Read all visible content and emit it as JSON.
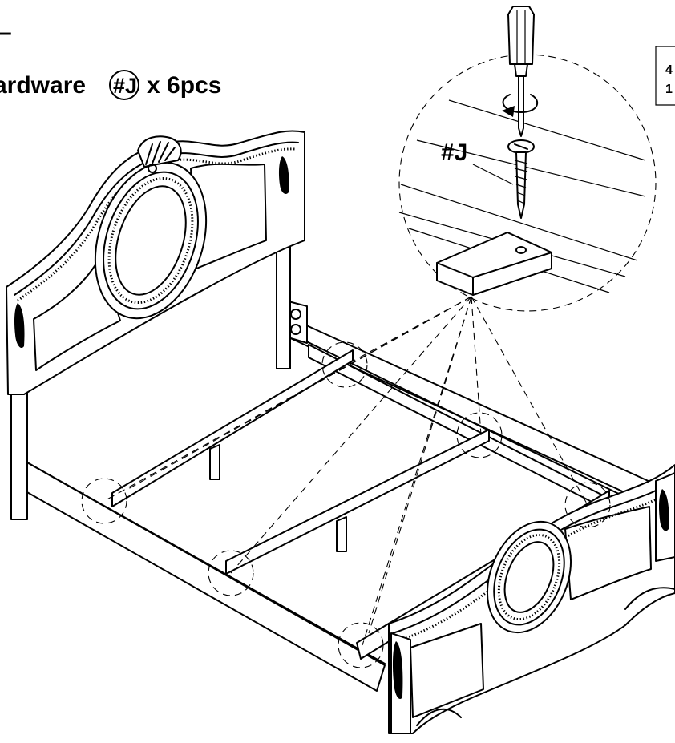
{
  "header": {
    "step_mark": "–",
    "hardware_prefix": "ardware",
    "hardware_code": "#J",
    "hardware_qty": "x 6pcs"
  },
  "detail": {
    "screw_label": "#J"
  },
  "side_note": {
    "line1": "4",
    "line2": "1"
  },
  "colors": {
    "ink": "#000000",
    "paper": "#ffffff"
  },
  "icons": [
    "screwdriver-icon",
    "rotation-arrow-icon",
    "wood-screw-icon"
  ]
}
